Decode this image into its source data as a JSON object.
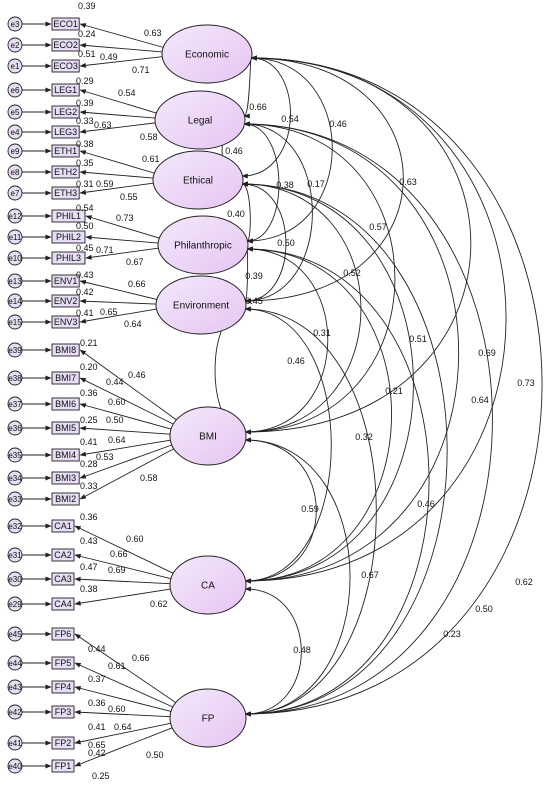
{
  "colors": {
    "latent_fill_start": "#f3e8fb",
    "latent_fill_end": "#e6c6f2",
    "indicator_fill": "#e7ddf4",
    "stroke": "#222222",
    "background": "#ffffff"
  },
  "latents": [
    {
      "id": "Economic",
      "label": "Economic"
    },
    {
      "id": "Legal",
      "label": "Legal"
    },
    {
      "id": "Ethical",
      "label": "Ethical"
    },
    {
      "id": "Philanthropic",
      "label": "Philanthropic"
    },
    {
      "id": "Environment",
      "label": "Environment"
    },
    {
      "id": "BMI",
      "label": "BMI"
    },
    {
      "id": "CA",
      "label": "CA"
    },
    {
      "id": "FP",
      "label": "FP"
    }
  ],
  "indicators": [
    {
      "id": "ECO1",
      "error": "e3",
      "latent": "Economic",
      "variance": "0.39",
      "loading": "0.63"
    },
    {
      "id": "ECO2",
      "error": "e2",
      "latent": "Economic",
      "variance": "0.24",
      "loading": "0.49"
    },
    {
      "id": "ECO3",
      "error": "e1",
      "latent": "Economic",
      "variance": "0.51",
      "loading": "0.71"
    },
    {
      "id": "LEG1",
      "error": "e6",
      "latent": "Legal",
      "variance": "0.29",
      "loading": "0.54"
    },
    {
      "id": "LEG2",
      "error": "e5",
      "latent": "Legal",
      "variance": "0.39",
      "loading": "0.63"
    },
    {
      "id": "LEG3",
      "error": "e4",
      "latent": "Legal",
      "variance": "0.33",
      "loading": "0.58"
    },
    {
      "id": "ETH1",
      "error": "e9",
      "latent": "Ethical",
      "variance": "0.38",
      "loading": "0.61"
    },
    {
      "id": "ETH2",
      "error": "e8",
      "latent": "Ethical",
      "variance": "0.35",
      "loading": "0.59"
    },
    {
      "id": "ETH3",
      "error": "e7",
      "latent": "Ethical",
      "variance": "0.31",
      "loading": "0.55"
    },
    {
      "id": "PHIL1",
      "error": "e12",
      "latent": "Philanthropic",
      "variance": "0.54",
      "loading": "0.73"
    },
    {
      "id": "PHIL2",
      "error": "e11",
      "latent": "Philanthropic",
      "variance": "0.50",
      "loading": "0.71"
    },
    {
      "id": "PHIL3",
      "error": "e10",
      "latent": "Philanthropic",
      "variance": "0.45",
      "loading": "0.67"
    },
    {
      "id": "ENV1",
      "error": "e13",
      "latent": "Environment",
      "variance": "0.43",
      "loading": "0.66"
    },
    {
      "id": "ENV2",
      "error": "e14",
      "latent": "Environment",
      "variance": "0.42",
      "loading": "0.65"
    },
    {
      "id": "ENV3",
      "error": "e15",
      "latent": "Environment",
      "variance": "0.41",
      "loading": "0.64"
    },
    {
      "id": "BMI8",
      "error": "e39",
      "latent": "BMI",
      "variance": "0.21",
      "loading": "0.46"
    },
    {
      "id": "BMI7",
      "error": "e38",
      "latent": "BMI",
      "variance": "0.20",
      "loading": "0.44"
    },
    {
      "id": "BMI6",
      "error": "e37",
      "latent": "BMI",
      "variance": "0.36",
      "loading": "0.60"
    },
    {
      "id": "BMI5",
      "error": "e36",
      "latent": "BMI",
      "variance": "0.25",
      "loading": "0.50"
    },
    {
      "id": "BMI4",
      "error": "e35",
      "latent": "BMI",
      "variance": "0.41",
      "loading": "0.64"
    },
    {
      "id": "BMI3",
      "error": "e34",
      "latent": "BMI",
      "variance": "0.28",
      "loading": "0.53"
    },
    {
      "id": "BMI2",
      "error": "e33",
      "latent": "BMI",
      "variance": "0.33",
      "loading": "0.58"
    },
    {
      "id": "CA1",
      "error": "e32",
      "latent": "CA",
      "variance": "0.36",
      "loading": "0.60"
    },
    {
      "id": "CA2",
      "error": "e31",
      "latent": "CA",
      "variance": "0.43",
      "loading": "0.66"
    },
    {
      "id": "CA3",
      "error": "e30",
      "latent": "CA",
      "variance": "0.47",
      "loading": "0.69"
    },
    {
      "id": "CA4",
      "error": "e29",
      "latent": "CA",
      "variance": "0.38",
      "loading": "0.62"
    },
    {
      "id": "FP6",
      "error": "e45",
      "latent": "FP",
      "variance": "0.44",
      "loading": "0.66"
    },
    {
      "id": "FP5",
      "error": "e44",
      "latent": "FP",
      "variance": "0.37",
      "loading": "0.61"
    },
    {
      "id": "FP4",
      "error": "e43",
      "latent": "FP",
      "variance": "0.36",
      "loading": "0.60"
    },
    {
      "id": "FP3",
      "error": "e42",
      "latent": "FP",
      "variance": "0.41",
      "loading": "0.64"
    },
    {
      "id": "FP2",
      "error": "e41",
      "latent": "FP",
      "variance": "0.42",
      "loading": "0.65"
    },
    {
      "id": "FP1",
      "error": "e40",
      "latent": "FP",
      "variance": "0.25",
      "loading": "0.50"
    }
  ],
  "correlations": [
    {
      "from": "Economic",
      "to": "Legal",
      "value": "0.66"
    },
    {
      "from": "Economic",
      "to": "Ethical",
      "value": "0.54"
    },
    {
      "from": "Economic",
      "to": "Philanthropic",
      "value": "0.46"
    },
    {
      "from": "Economic",
      "to": "Environment",
      "value": "0.63"
    },
    {
      "from": "Economic",
      "to": "BMI",
      "value": "0.69"
    },
    {
      "from": "Economic",
      "to": "CA",
      "value": "0.73"
    },
    {
      "from": "Economic",
      "to": "FP",
      "value": "0.62"
    },
    {
      "from": "Legal",
      "to": "Ethical",
      "value": "0.46"
    },
    {
      "from": "Legal",
      "to": "Philanthropic",
      "value": "0.38"
    },
    {
      "from": "Legal",
      "to": "Environment",
      "value": "0.17"
    },
    {
      "from": "Legal",
      "to": "BMI",
      "value": "0.57"
    },
    {
      "from": "Legal",
      "to": "CA",
      "value": "0.64"
    },
    {
      "from": "Legal",
      "to": "FP",
      "value": "0.50"
    },
    {
      "from": "Ethical",
      "to": "Philanthropic",
      "value": "0.40"
    },
    {
      "from": "Ethical",
      "to": "Environment",
      "value": "0.50"
    },
    {
      "from": "Ethical",
      "to": "BMI",
      "value": "0.52"
    },
    {
      "from": "Ethical",
      "to": "CA",
      "value": "0.51"
    },
    {
      "from": "Ethical",
      "to": "FP",
      "value": "0.23"
    },
    {
      "from": "Philanthropic",
      "to": "Environment",
      "value": "0.39"
    },
    {
      "from": "Philanthropic",
      "to": "BMI",
      "value": "0.31"
    },
    {
      "from": "Philanthropic",
      "to": "CA",
      "value": "0.21"
    },
    {
      "from": "Philanthropic",
      "to": "FP",
      "value": "0.46"
    },
    {
      "from": "Environment",
      "to": "BMI",
      "value": "0.45"
    },
    {
      "from": "Environment",
      "to": "CA",
      "value": "0.46"
    },
    {
      "from": "Environment",
      "to": "FP",
      "value": "0.32"
    },
    {
      "from": "BMI",
      "to": "CA",
      "value": "0.59"
    },
    {
      "from": "BMI",
      "to": "FP",
      "value": "0.67"
    },
    {
      "from": "CA",
      "to": "FP",
      "value": "0.48"
    }
  ]
}
